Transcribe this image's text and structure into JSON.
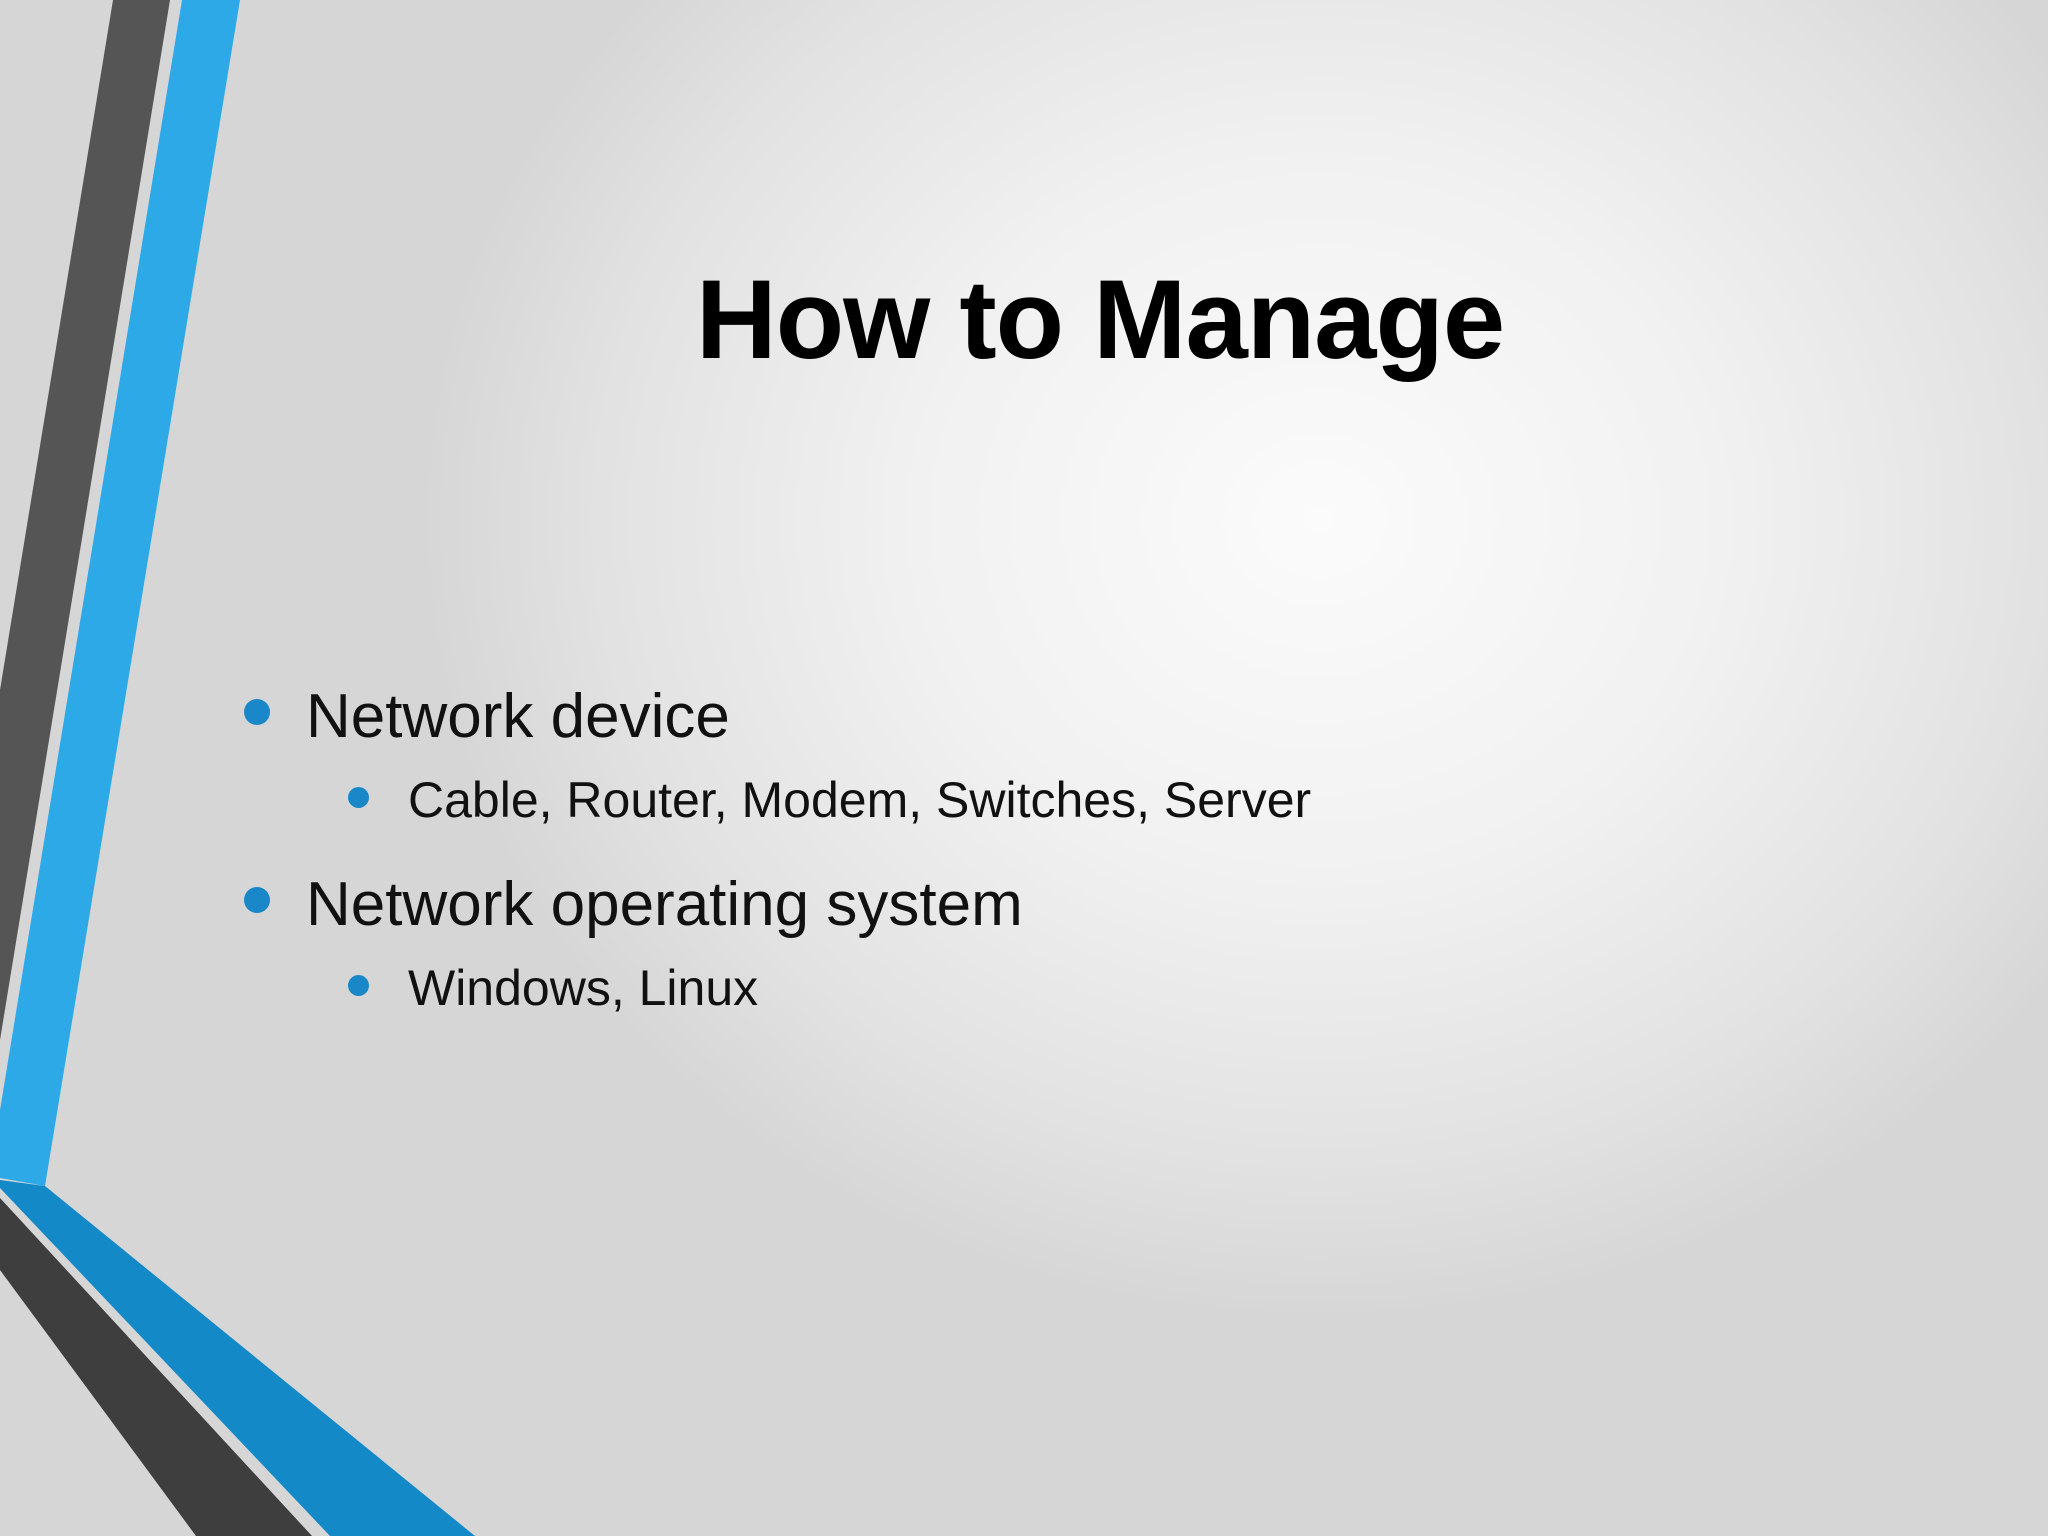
{
  "slide": {
    "title": "How to Manage",
    "accent_color": "#1A87C9",
    "bullets": [
      {
        "level": 1,
        "text": "Network device"
      },
      {
        "level": 2,
        "text": "Cable, Router, Modem, Switches, Server"
      },
      {
        "level": 1,
        "text": "Network operating system"
      },
      {
        "level": 2,
        "text": "Windows, Linux"
      }
    ]
  },
  "decoration": {
    "dark_stripe_color": "#555555",
    "blue_stripe_color": "#2EA9E8",
    "dark_bottom_color": "#3E3E3E",
    "blue_bottom_color": "#1389C8"
  }
}
